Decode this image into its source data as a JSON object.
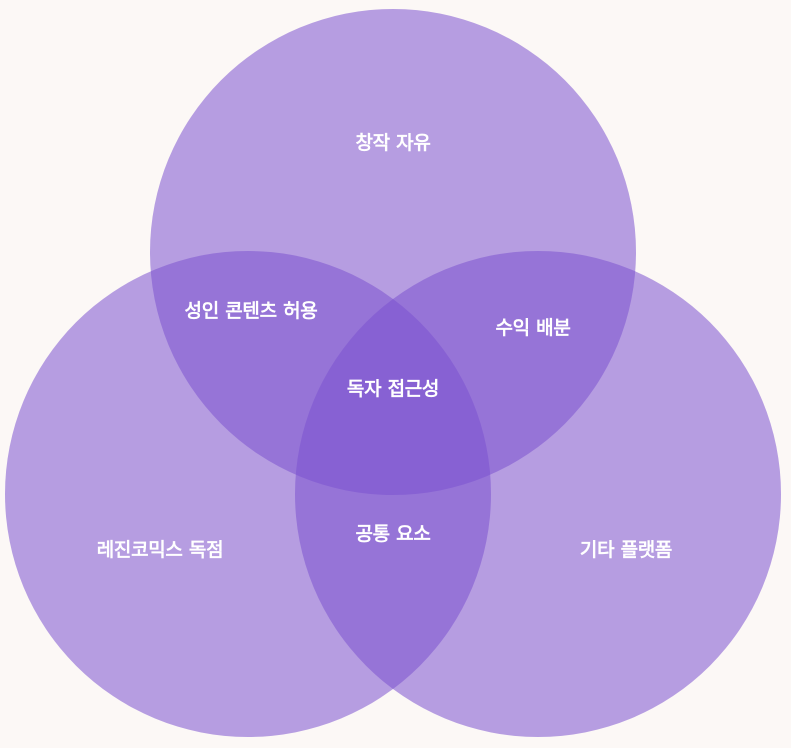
{
  "colors": {
    "background": "#fcf8f6",
    "circle_fill": "#7b52cf",
    "label_text": "#ffffff"
  },
  "venn": {
    "top": "창작 자유",
    "left": "레진코믹스 독점",
    "right": "기타 플랫폼",
    "top_left": "성인 콘텐츠 허용",
    "top_right": "수익 배분",
    "left_right": "공통 요소",
    "center": "독자 접근성"
  }
}
